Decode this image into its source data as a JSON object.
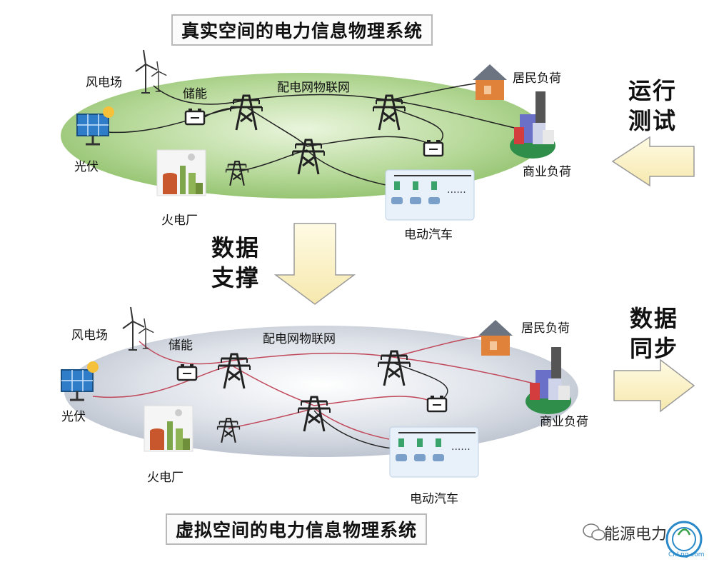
{
  "top_title": "真实空间的电力信息物理系统",
  "bottom_title": "虚拟空间的电力信息物理系统",
  "top_panel": {
    "wind_farm": "风电场",
    "storage": "储能",
    "iot": "配电网物联网",
    "residential_load": "居民负荷",
    "pv": "光伏",
    "commercial_load": "商业负荷",
    "thermal_plant": "火电厂",
    "ev": "电动汽车"
  },
  "bottom_panel": {
    "wind_farm": "风电场",
    "storage": "储能",
    "iot": "配电网物联网",
    "residential_load": "居民负荷",
    "pv": "光伏",
    "commercial_load": "商业负荷",
    "thermal_plant": "火电厂",
    "ev": "电动汽车"
  },
  "arrows": {
    "operation_test": [
      "运行",
      "测试"
    ],
    "data_support": [
      "数据",
      "支撑"
    ],
    "data_sync": [
      "数据",
      "同步"
    ]
  },
  "watermark": {
    "text": "能源电力",
    "logo_text": "CnLng.com"
  },
  "colors": {
    "top_ellipse": "#a9cf86",
    "bottom_ellipse": "#c9cfd8",
    "arrow_fill": "#fbf0c0",
    "arrow_stroke": "#9a9a9a",
    "virtual_line": "#c0485a"
  }
}
